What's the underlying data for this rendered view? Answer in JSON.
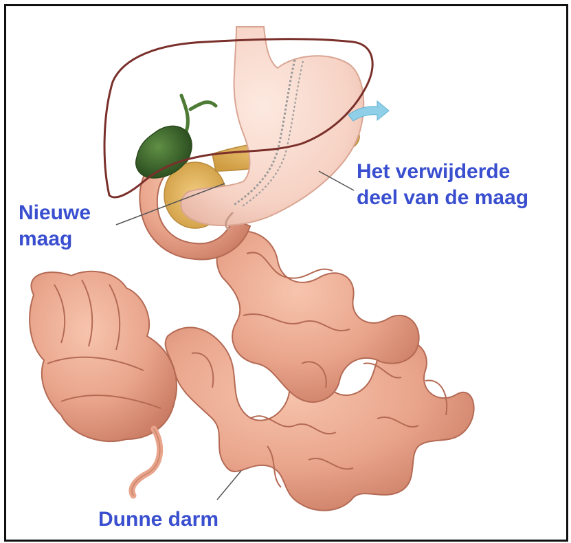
{
  "labels": {
    "new_stomach": [
      "Nieuwe",
      "maag"
    ],
    "removed_part": [
      "Het verwijderde",
      "deel van de maag"
    ],
    "small_intestine": "Dunne darm"
  },
  "colors": {
    "label_text": "#3a4fcf",
    "intestine": "#e9a58c",
    "intestine_shadow": "#c97a62",
    "stomach": "#f6d2c4",
    "liver_outline": "#7a2f2a",
    "gallbladder": "#3f6b2e",
    "pancreas": "#e3b35c",
    "arrow": "#8fd0e8",
    "leader_line": "#555555",
    "frame": "#111111"
  }
}
